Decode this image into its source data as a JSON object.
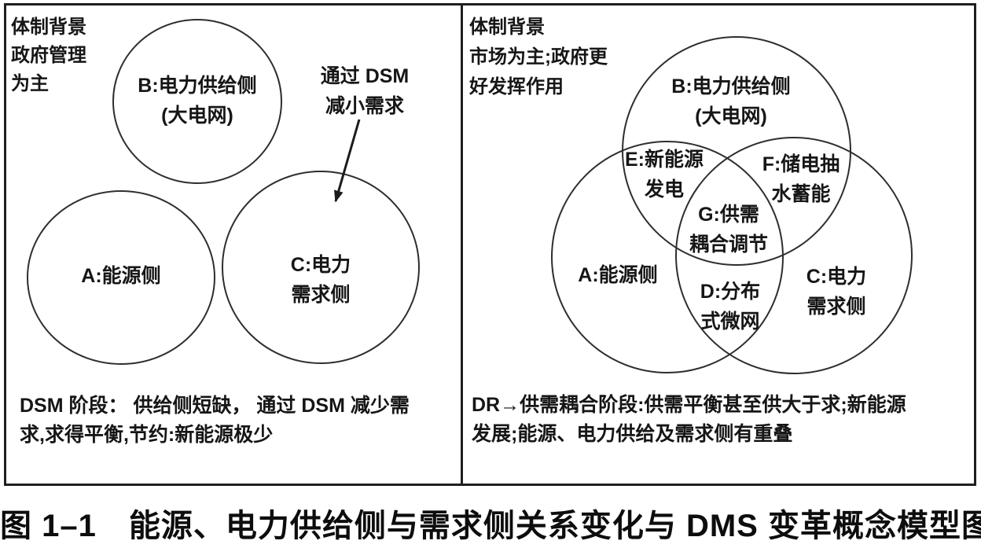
{
  "figure": {
    "caption": "图 1–1　能源、电力供给侧与需求侧关系变化与 DMS 变革概念模型图"
  },
  "left_panel": {
    "context": [
      "体制背景",
      "政府管理",
      "为主"
    ],
    "circle_b": [
      "B:电力供给侧",
      "(大电网)"
    ],
    "circle_a": "A:能源侧",
    "circle_c": [
      "C:电力",
      "需求侧"
    ],
    "annotation": [
      "通过 DSM",
      "减小需求"
    ],
    "note": [
      "DSM 阶段： 供给侧短缺， 通过 DSM 减少需",
      "求,求得平衡,节约:新能源极少"
    ]
  },
  "right_panel": {
    "context": [
      "体制背景",
      "市场为主;政府更",
      "好发挥作用"
    ],
    "circle_b": [
      "B:电力供给侧",
      "(大电网)"
    ],
    "circle_a": "A:能源侧",
    "circle_c": [
      "C:电力",
      "需求侧"
    ],
    "region_e": [
      "E:新能源",
      "发电"
    ],
    "region_f": [
      "F:储电抽",
      "水蓄能"
    ],
    "region_g": [
      "G:供需",
      "耦合调节"
    ],
    "region_d": [
      "D:分布",
      "式微网"
    ],
    "note": [
      "DR→供需耦合阶段:供需平衡甚至供大于求;新能源",
      "发展;能源、电力供给及需求侧有重叠"
    ]
  },
  "colors": {
    "background": "#ffffff",
    "ink": "#161616",
    "circle_stroke": "#2e2e2e",
    "frame": "#1f1f1f"
  }
}
